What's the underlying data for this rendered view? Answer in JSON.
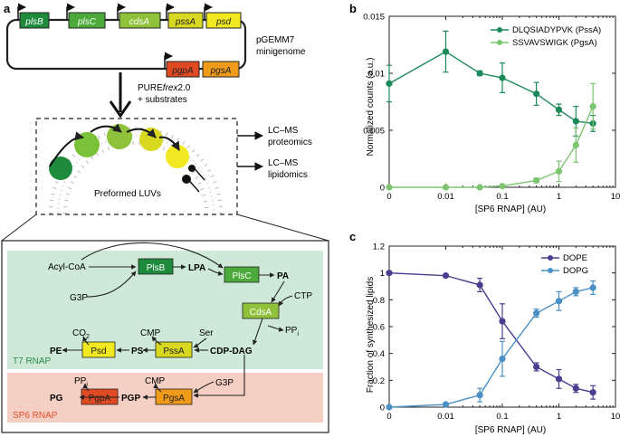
{
  "panel_a": {
    "label": "a",
    "genes_top": [
      "plsB",
      "plsC",
      "cdsA",
      "pssA",
      "psd"
    ],
    "genes_bottom": [
      "pgpA",
      "pgsA"
    ],
    "minigenome": [
      "pGEMM7",
      "minigenome"
    ],
    "pure_frex_pre": "PURE",
    "pure_frex_italic": "frex",
    "pure_frex_post": "2.0",
    "substrates": "+ substrates",
    "lcms_proteomics": [
      "LC–MS",
      "proteomics"
    ],
    "lcms_lipidomics": [
      "LC–MS",
      "lipidomics"
    ],
    "luvs": "Preformed LUVs",
    "t7": "T7 RNAP",
    "sp6": "SP6 RNAP",
    "metabolites": {
      "acylcoa": "Acyl-CoA",
      "g3p1": "G3P",
      "lpa": "LPA",
      "pa": "PA",
      "ctp": "CTP",
      "ppi1": "PP",
      "ppi1_sub": "i",
      "ser": "Ser",
      "cmp1": "CMP",
      "co2": "CO",
      "co2_sub": "2",
      "pe": "PE",
      "ps": "PS",
      "cdpdag": "CDP-DAG",
      "g3p2": "G3P",
      "ppi2": "PP",
      "ppi2_sub": "i",
      "cmp2": "CMP",
      "pg": "PG",
      "pgp": "PGP"
    },
    "enzymes": {
      "plsb": "PlsB",
      "plsc": "PlsC",
      "cdsa": "CdsA",
      "pssa": "PssA",
      "psd": "Psd",
      "pgpa": "PgpA",
      "pgsa": "PgsA"
    },
    "colors": {
      "plsB": "#1e8a3c",
      "plsC": "#4caa3a",
      "cdsA": "#8fc13a",
      "pssA": "#d8d820",
      "psd": "#f2e820",
      "pgpA": "#e04a22",
      "pgsA": "#f09a1a",
      "t7_bg": "#cfe9d8",
      "sp6_bg": "#f6cfc4",
      "sp6_text": "#e0512a",
      "t7_text": "#2e8a4a"
    }
  },
  "panel_b": {
    "label": "b",
    "chart_data": {
      "type": "line",
      "xscale": "log",
      "xlabel": "[SP6 RNAP] (AU)",
      "ylabel": "Normalized counts (a.u.)",
      "xticks": [
        "0",
        "0.01",
        "0.1",
        "1",
        "10"
      ],
      "yticks": [
        "0",
        "0.005",
        "0.01",
        "0.015"
      ],
      "ylim": [
        0,
        0.015
      ],
      "legend_position": "top-right",
      "series": [
        {
          "name": "DLQSIADYPVK (PssA)",
          "color": "#1b8a5a",
          "x": [
            0,
            0.01,
            0.04,
            0.1,
            0.4,
            1,
            2,
            4
          ],
          "y": [
            0.0091,
            0.0119,
            0.01,
            0.0096,
            0.0082,
            0.0068,
            0.0058,
            0.0056
          ],
          "err": [
            0.0016,
            0.0018,
            0.0002,
            0.0013,
            0.001,
            0.0005,
            0.0013,
            0.0007
          ]
        },
        {
          "name": "SSVAVSWIGK (PgsA)",
          "color": "#7cc470",
          "x": [
            0,
            0.01,
            0.04,
            0.1,
            0.4,
            1,
            2,
            4
          ],
          "y": [
            0.0,
            0.0,
            0.0,
            0.0001,
            0.0006,
            0.0014,
            0.0037,
            0.0071
          ],
          "err": [
            0.0,
            0.0,
            0.0,
            0.0001,
            0.0002,
            0.0009,
            0.0015,
            0.002
          ]
        }
      ]
    }
  },
  "panel_c": {
    "label": "c",
    "chart_data": {
      "type": "line",
      "xscale": "log",
      "xlabel": "[SP6 RNAP] (AU)",
      "ylabel": "Fraction of synthesized lipids",
      "xticks": [
        "0",
        "0.01",
        "0.1",
        "1",
        "10"
      ],
      "yticks": [
        "0",
        "0.2",
        "0.4",
        "0.6",
        "0.8",
        "1",
        "1.2"
      ],
      "ylim": [
        0,
        1.2
      ],
      "legend_position": "top-right",
      "series": [
        {
          "name": "DOPE",
          "color": "#4b3d8f",
          "x": [
            0,
            0.01,
            0.04,
            0.1,
            0.4,
            1,
            2,
            4
          ],
          "y": [
            1.0,
            0.98,
            0.91,
            0.64,
            0.3,
            0.21,
            0.14,
            0.11
          ],
          "err": [
            0.01,
            0.01,
            0.05,
            0.13,
            0.03,
            0.07,
            0.03,
            0.05
          ]
        },
        {
          "name": "DOPG",
          "color": "#4a90c4",
          "x": [
            0,
            0.01,
            0.04,
            0.1,
            0.4,
            1,
            2,
            4
          ],
          "y": [
            0.0,
            0.02,
            0.09,
            0.36,
            0.7,
            0.79,
            0.86,
            0.89
          ],
          "err": [
            0.01,
            0.01,
            0.05,
            0.13,
            0.03,
            0.07,
            0.03,
            0.05
          ]
        }
      ]
    }
  }
}
